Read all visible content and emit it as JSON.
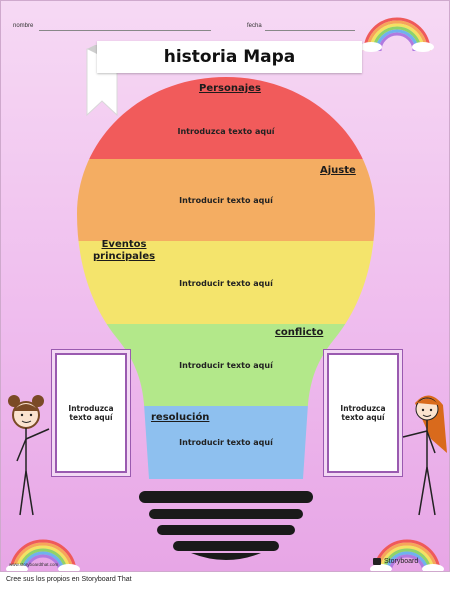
{
  "header": {
    "name_label": "nombre",
    "date_label": "fecha"
  },
  "title": "historia Mapa",
  "sections": {
    "personajes": {
      "label": "Personajes",
      "text": "Introduzca texto aquí"
    },
    "ajuste": {
      "label": "Ajuste",
      "text": "Introducir texto aquí"
    },
    "eventos": {
      "label_line1": "Eventos",
      "label_line2": "principales",
      "text": "Introducir texto aquí"
    },
    "conflicto": {
      "label": "conflicto",
      "text": "Introducir texto aquí"
    },
    "resolucion": {
      "label": "resolución",
      "text": "Introducir texto aquí"
    }
  },
  "side_boxes": {
    "left": "Introduzca texto aquí",
    "right": "Introduzca texto aquí"
  },
  "watermark_site": "www.storyboardthat.com",
  "logo_text": "Storyboard",
  "footer": "Cree sus los propios en Storyboard That",
  "colors": {
    "red": "#f15b5b",
    "orange": "#f4ad62",
    "yellow": "#f4e46c",
    "green": "#b3e88a",
    "blue": "#8ec0ef"
  }
}
